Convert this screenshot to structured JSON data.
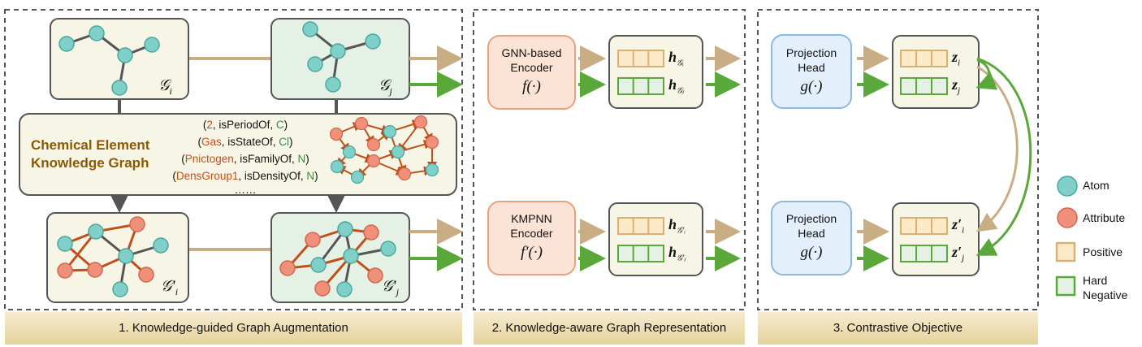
{
  "sections": {
    "augmentation": "1. Knowledge-guided Graph Augmentation",
    "representation": "2. Knowledge-aware Graph Representation",
    "objective": "3. Contrastive Objective"
  },
  "graph_labels": {
    "gi": "𝒢",
    "gi_sub": "i",
    "gj": "𝒢",
    "gj_sub": "j",
    "gi_aug": "𝒢′",
    "gi_aug_sub": "i",
    "gj_aug": "𝒢′",
    "gj_aug_sub": "j"
  },
  "knowledge_graph": {
    "title_line1": "Chemical Element",
    "title_line2": "Knowledge Graph",
    "triples": [
      {
        "head": "2",
        "rel": ", isPeriodOf, ",
        "tail": "C"
      },
      {
        "head": "Gas",
        "rel": ", isStateOf, ",
        "tail": "Cl"
      },
      {
        "head": "Pnictogen",
        "rel": ", isFamilyOf, ",
        "tail": "N"
      },
      {
        "head": "DensGroup1",
        "rel": ", isDensityOf, ",
        "tail": "N"
      }
    ],
    "ellipsis": "……"
  },
  "encoders": {
    "gnn": {
      "line1": "GNN-based",
      "line2": "Encoder",
      "fn": "f(·)"
    },
    "kmpnn": {
      "line1": "KMPNN",
      "line2": "Encoder",
      "fn": "f′(·)"
    }
  },
  "representations": {
    "h_gi": "h",
    "h_gi_sub": "𝒢ᵢ",
    "h_gj": "h",
    "h_gj_sub": "𝒢ⱼ",
    "h_gi_aug": "h",
    "h_gi_aug_sub": "𝒢′ᵢ",
    "h_gj_aug": "h",
    "h_gj_aug_sub": "𝒢′ⱼ"
  },
  "projection": {
    "top": {
      "line1": "Projection",
      "line2": "Head",
      "fn": "g(·)"
    },
    "bottom": {
      "line1": "Projection",
      "line2": "Head",
      "fn": "g(·)"
    }
  },
  "outputs": {
    "zi": "z",
    "zi_sub": "i",
    "zj": "z",
    "zj_sub": "j",
    "zi_aug": "z′",
    "zi_aug_sub": "i",
    "zj_aug": "z′",
    "zj_aug_sub": "j"
  },
  "legend": {
    "atom": "Atom",
    "attribute": "Attribute",
    "positive": "Positive",
    "hard_negative_line1": "Hard",
    "hard_negative_line2": "Negative"
  },
  "colors": {
    "atom": "#7fd0c8",
    "attribute": "#f0907a",
    "positive": "#c8ad85",
    "negative": "#5aa83a",
    "panel_fill": "#f7f6e6",
    "panel_green": "#e6f1e6",
    "encoder_fill": "#fbe3d5",
    "projection_fill": "#e3f0fb",
    "section_bar": "#efe2bb"
  }
}
